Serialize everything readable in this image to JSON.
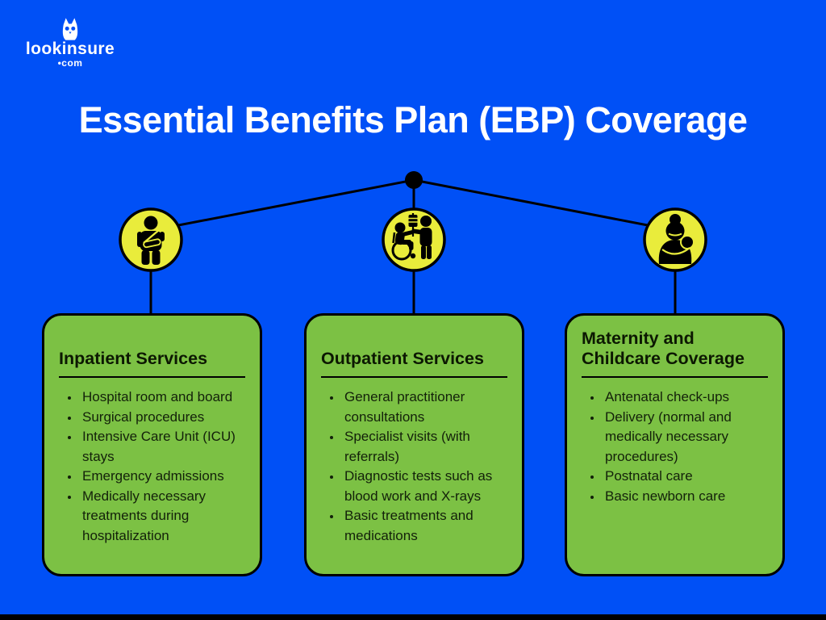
{
  "logo": {
    "name": "lookinsure",
    "suffix": "•com"
  },
  "title": "Essential Benefits Plan (EBP) Coverage",
  "colors": {
    "background": "#0050f6",
    "card_green": "#7cc144",
    "icon_circle_yellow": "#e9ec3b",
    "connector_black": "#000000",
    "title_white": "#ffffff"
  },
  "cards": [
    {
      "id": "inpatient",
      "icon": "patient-arm-sling-icon",
      "title": "Inpatient Services",
      "items": [
        "Hospital room and board",
        "Surgical procedures",
        "Intensive Care Unit (ICU) stays",
        "Emergency admissions",
        "Medically necessary treatments during hospitalization"
      ]
    },
    {
      "id": "outpatient",
      "icon": "wheelchair-patient-caregiver-icon",
      "title": "Outpatient Services",
      "items": [
        "General practitioner consultations",
        "Specialist visits (with referrals)",
        "Diagnostic tests such as blood work and X-rays",
        "Basic treatments and medications"
      ]
    },
    {
      "id": "maternity",
      "icon": "mother-and-baby-icon",
      "title": "Maternity and Childcare Coverage",
      "items": [
        "Antenatal check-ups",
        "Delivery (normal and medically necessary procedures)",
        "Postnatal care",
        "Basic newborn care"
      ]
    }
  ]
}
